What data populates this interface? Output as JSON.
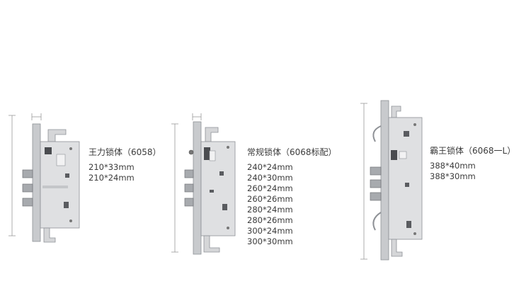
{
  "locks": [
    {
      "title": "王力锁体（6058）",
      "specs": [
        "210*33mm",
        "210*24mm"
      ]
    },
    {
      "title": "常规锁体（6068标配）",
      "specs": [
        "240*24mm",
        "240*30mm",
        "260*24mm",
        "260*26mm",
        "280*24mm",
        "280*26mm",
        "300*24mm",
        "300*30mm"
      ]
    },
    {
      "title": "霸王锁体（6068一L）",
      "specs": [
        "388*40mm",
        "388*30mm"
      ]
    }
  ],
  "colors": {
    "background": "#ffffff",
    "metal": "#d9dadc",
    "metal_dark": "#9ea1a6",
    "text": "#3b3b3b"
  }
}
